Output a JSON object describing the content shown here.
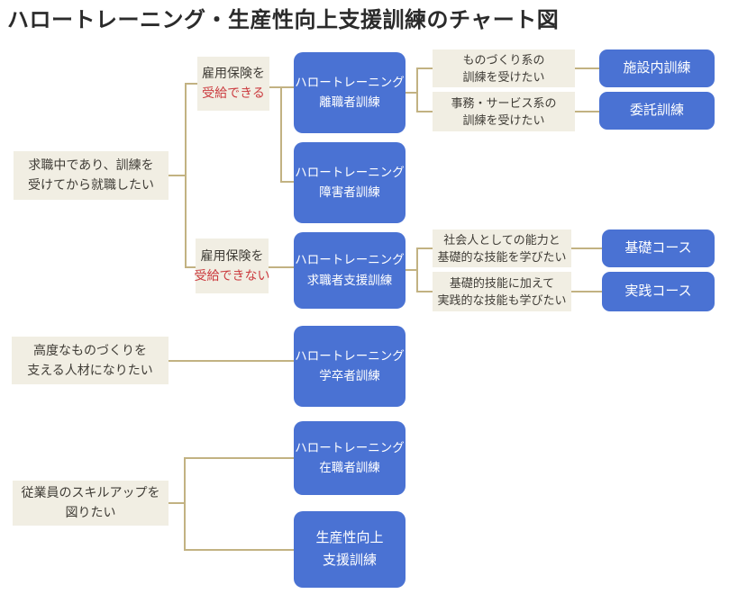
{
  "title": "ハロートレーニング・生産性向上支援訓練のチャート図",
  "colors": {
    "node_blue": "#4a72d3",
    "node_beige": "#f1eee3",
    "connector": "#c2b282",
    "emphasis_red": "#cb3b3f",
    "title_text": "#2b2b2b"
  },
  "nodes": {
    "need_jobseeker": {
      "line1": "求職中であり、訓練を",
      "line2": "受けてから就職したい"
    },
    "need_monodukuri": {
      "line1": "高度なものづくりを",
      "line2": "支える人材になりたい"
    },
    "need_skillup": {
      "line1": "従業員のスキルアップを",
      "line2": "図りたい"
    },
    "insured_yes": {
      "line1": "雇用保険を",
      "line2": "受給できる"
    },
    "insured_no": {
      "line1": "雇用保険を",
      "line2": "受給できない"
    },
    "hello_rishokusha": {
      "line1": "ハロートレーニング",
      "line2": "離職者訓練"
    },
    "hello_shogaisha": {
      "line1": "ハロートレーニング",
      "line2": "障害者訓練"
    },
    "hello_kyushokusha": {
      "line1": "ハロートレーニング",
      "line2": "求職者支援訓練"
    },
    "hello_gakusotsu": {
      "line1": "ハロートレーニング",
      "line2": "学卒者訓練"
    },
    "hello_zaishokusha": {
      "line1": "ハロートレーニング",
      "line2": "在職者訓練"
    },
    "seisansei_kojo": {
      "line1": "生産性向上",
      "line2": "支援訓練"
    },
    "want_monodukuri": {
      "line1": "ものづくり系の",
      "line2": "訓練を受けたい"
    },
    "want_jimu_service": {
      "line1": "事務・サービス系の",
      "line2": "訓練を受けたい"
    },
    "want_shakaijin": {
      "line1": "社会人としての能力と",
      "line2": "基礎的な技能を学びたい"
    },
    "want_jissen_skill": {
      "line1": "基礎的技能に加えて",
      "line2": "実践的な技能も学びたい"
    },
    "shisetsunai_kunren": {
      "label": "施設内訓練"
    },
    "itaku_kunren": {
      "label": "委託訓練"
    },
    "kiso_course": {
      "label": "基礎コース"
    },
    "jissen_course": {
      "label": "実践コース"
    }
  },
  "edges": [
    [
      "need_jobseeker",
      "insured_yes"
    ],
    [
      "need_jobseeker",
      "insured_no"
    ],
    [
      "insured_yes",
      "hello_rishokusha"
    ],
    [
      "insured_yes",
      "hello_shogaisha"
    ],
    [
      "insured_no",
      "hello_kyushokusha"
    ],
    [
      "hello_rishokusha",
      "want_monodukuri"
    ],
    [
      "hello_rishokusha",
      "want_jimu_service"
    ],
    [
      "want_monodukuri",
      "shisetsunai_kunren"
    ],
    [
      "want_jimu_service",
      "itaku_kunren"
    ],
    [
      "hello_kyushokusha",
      "want_shakaijin"
    ],
    [
      "hello_kyushokusha",
      "want_jissen_skill"
    ],
    [
      "want_shakaijin",
      "kiso_course"
    ],
    [
      "want_jissen_skill",
      "jissen_course"
    ],
    [
      "need_monodukuri",
      "hello_gakusotsu"
    ],
    [
      "need_skillup",
      "hello_zaishokusha"
    ],
    [
      "need_skillup",
      "seisansei_kojo"
    ]
  ]
}
